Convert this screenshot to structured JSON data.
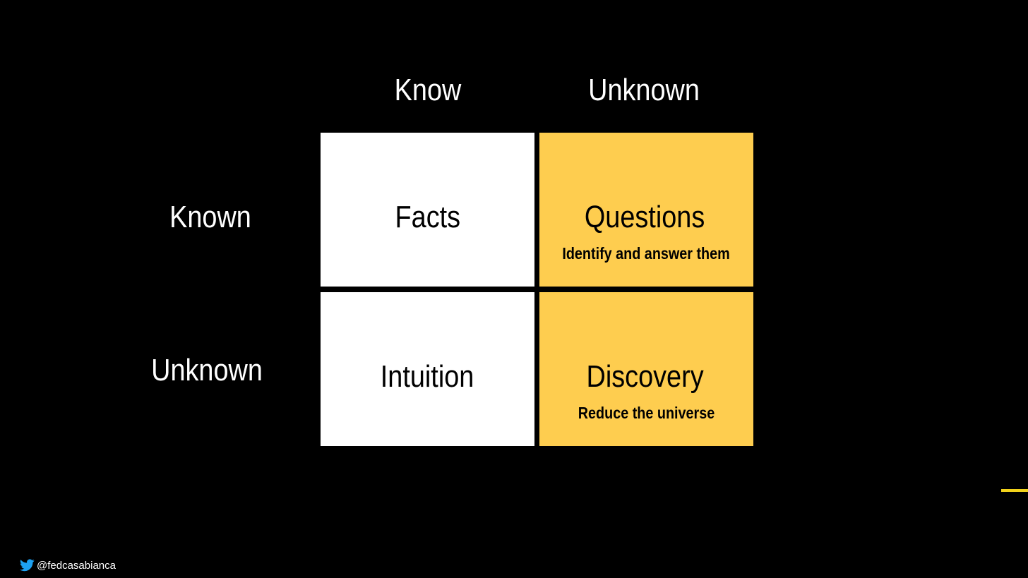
{
  "matrix": {
    "col_headers": [
      "Know",
      "Unknown"
    ],
    "row_headers": [
      "Known",
      "Unknown"
    ],
    "cells": [
      {
        "title": "Facts",
        "subtitle": ""
      },
      {
        "title": "Questions",
        "subtitle": "Identify and answer them"
      },
      {
        "title": "Intuition",
        "subtitle": ""
      },
      {
        "title": "Discovery",
        "subtitle": "Reduce the universe"
      }
    ]
  },
  "footer": {
    "icon": "twitter-bird-icon",
    "handle": "@fedcasabianca"
  },
  "colors": {
    "background": "#000000",
    "white_cell": "#ffffff",
    "yellow_cell": "#FECD4F",
    "accent": "#F2D21B",
    "twitter_blue": "#1DA1F2"
  }
}
